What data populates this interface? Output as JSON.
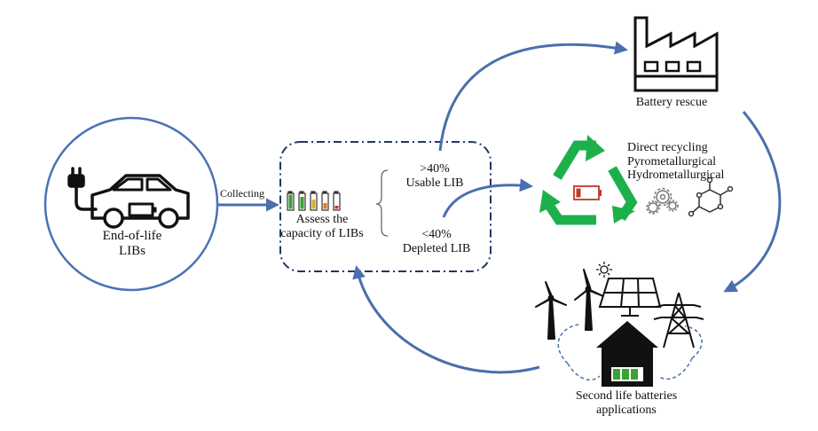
{
  "source": {
    "line1": "End-of-life",
    "line2": "LIBs"
  },
  "arrow_label": "Collecting",
  "assessment": {
    "line1": "Assess the",
    "line2": "capacity of LIBs"
  },
  "usable": {
    "threshold": ">40%",
    "label": "Usable LIB"
  },
  "depleted": {
    "threshold": "<40%",
    "label": "Depleted LIB"
  },
  "battery_rescue": "Battery rescue",
  "recycling_methods": [
    "Direct recycling",
    "Pyrometallurgical",
    "Hydrometallurgical"
  ],
  "second_life": {
    "line1": "Second life batteries",
    "line2": "applications"
  },
  "colors": {
    "arrow": "#4a6fad",
    "circle": "#4a72b8",
    "dash_box": "#1f3864",
    "recycle_green": "#1db04a",
    "battery_green": "#3aa135",
    "battery_yellow": "#d9b02a",
    "battery_orange": "#e07a22",
    "battery_red": "#c0392b"
  }
}
